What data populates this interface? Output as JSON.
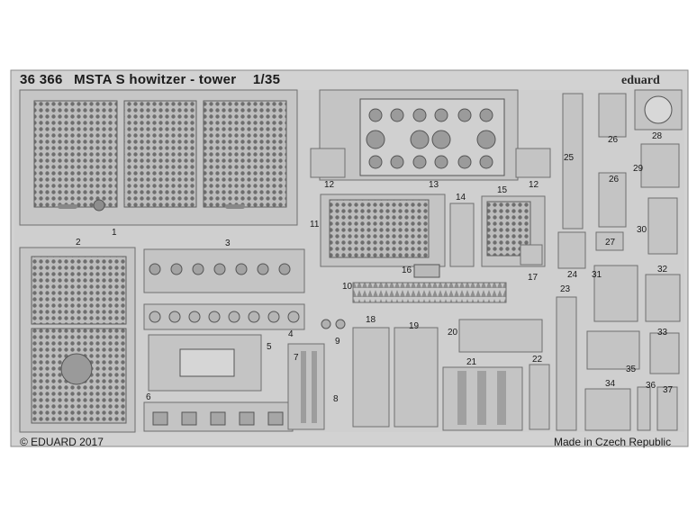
{
  "sheet": {
    "code": "36 366",
    "name": "MSTA S howitzer - tower",
    "scale": "1/35",
    "brand": "eduard",
    "copyright": "© EDUARD 2017",
    "origin": "Made in Czech Republic"
  },
  "part_numbers": [
    "1",
    "2",
    "3",
    "4",
    "5",
    "6",
    "7",
    "8",
    "9",
    "10",
    "11",
    "12",
    "12",
    "13",
    "14",
    "15",
    "16",
    "17",
    "18",
    "19",
    "20",
    "21",
    "22",
    "23",
    "24",
    "25",
    "26",
    "26",
    "27",
    "28",
    "29",
    "30",
    "31",
    "32",
    "33",
    "34",
    "35",
    "36",
    "37"
  ],
  "colors": {
    "background": "#ffffff",
    "metal": "#c9c9c9",
    "metal_dark": "#9c9c9c",
    "outline": "#6f6f6f",
    "text": "#1a1a1a"
  }
}
